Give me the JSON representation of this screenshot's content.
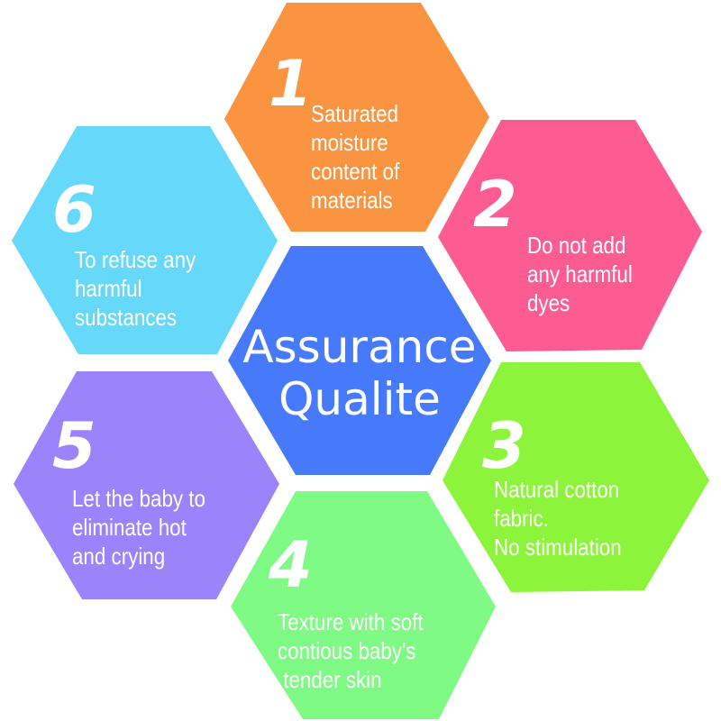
{
  "center": {
    "line1": "Assurance",
    "line2": "Qualite",
    "color": "#4779FB"
  },
  "items": [
    {
      "number": "1",
      "lines": [
        "Saturated",
        "moisture",
        "content of",
        "materials"
      ],
      "color": "#FB9440"
    },
    {
      "number": "2",
      "lines": [
        "Do not add",
        "any harmful",
        "dyes"
      ],
      "color": "#FD5C93"
    },
    {
      "number": "3",
      "lines": [
        "Natural cotton",
        "fabric.",
        "No stimulation"
      ],
      "color": "#8CF43A"
    },
    {
      "number": "4",
      "lines": [
        "Texture with soft",
        "contious baby's",
        " tender skin"
      ],
      "color": "#7FFA84"
    },
    {
      "number": "5",
      "lines": [
        "Let the baby to",
        "eliminate hot",
        "and crying"
      ],
      "color": "#9B83FB"
    },
    {
      "number": "6",
      "lines": [
        "To refuse any",
        "harmful",
        "substances"
      ],
      "color": "#66D8F9"
    }
  ]
}
